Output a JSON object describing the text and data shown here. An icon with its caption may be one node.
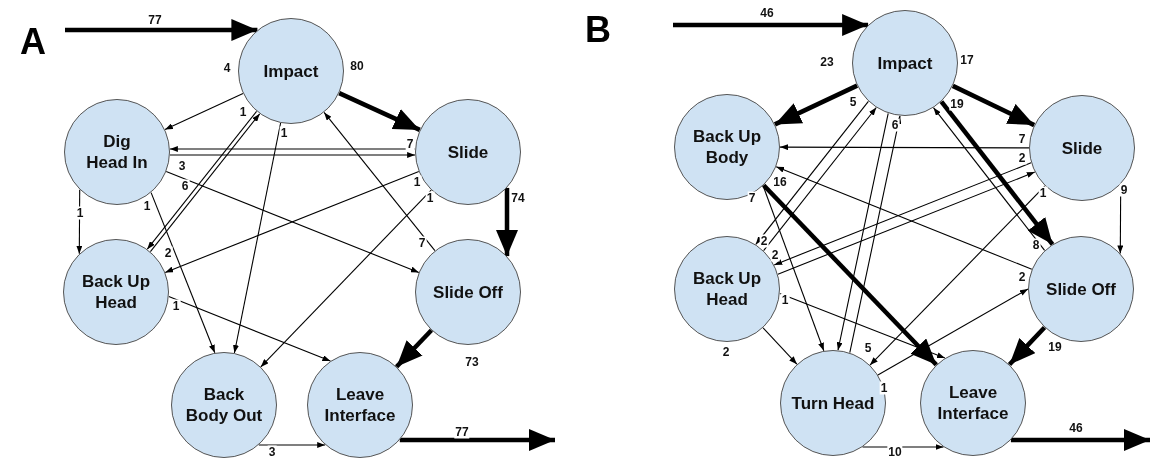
{
  "diagram": {
    "nodes": [
      {
        "text": [
          "Impact"
        ]
      },
      {
        "text": [
          "Dig Head In"
        ]
      },
      {
        "text": [
          "Slide"
        ]
      },
      {
        "text": [
          "Back Up Head"
        ]
      },
      {
        "text": [
          "Slide Off"
        ]
      },
      {
        "text": [
          "Back Body Out"
        ]
      },
      {
        "text": [
          "Leave Interface"
        ]
      },
      {
        "text": [
          "Impact"
        ]
      },
      {
        "text": [
          "Back Up Body"
        ]
      },
      {
        "text": [
          "Slide"
        ]
      },
      {
        "text": [
          "Back Up Head"
        ]
      },
      {
        "text": [
          "Slide Off"
        ]
      },
      {
        "text": [
          "Turn Head"
        ]
      },
      {
        "text": [
          "Leave Interface"
        ]
      }
    ],
    "edges": [
      {
        "from": null,
        "to": 0,
        "arrow": "to",
        "label": "77",
        "style": "thick"
      },
      {
        "from": 0,
        "to": 2,
        "arrow": "to",
        "label": "80",
        "style": "thick"
      },
      {
        "from": 2,
        "to": 4,
        "arrow": "to",
        "label": "74",
        "style": "thick"
      },
      {
        "from": 4,
        "to": 6,
        "arrow": "to",
        "label": "73",
        "style": "thick"
      },
      {
        "from": 6,
        "to": null,
        "arrow": "to",
        "label": "77",
        "style": "thick"
      },
      {
        "from": 0,
        "to": 1,
        "arrow": "to",
        "label": "4"
      },
      {
        "from": 2,
        "to": 1,
        "arrow": "to",
        "label": "7"
      },
      {
        "from": 1,
        "to": 2,
        "arrow": "to",
        "label": "3"
      },
      {
        "from": 1,
        "to": 3,
        "arrow": "to",
        "label": "1"
      },
      {
        "from": 1,
        "to": 4,
        "arrow": "to",
        "label": "6"
      },
      {
        "from": 1,
        "to": 5,
        "arrow": "to",
        "label": "1"
      },
      {
        "from": 0,
        "to": 3,
        "arrow": "to",
        "label": "1"
      },
      {
        "from": 3,
        "to": 0,
        "arrow": "to",
        "label": "2"
      },
      {
        "from": 0,
        "to": 5,
        "arrow": "to",
        "label": "1"
      },
      {
        "from": 4,
        "to": 0,
        "arrow": "to",
        "label": "7"
      },
      {
        "from": 2,
        "to": 3,
        "arrow": "to",
        "label": "1"
      },
      {
        "from": 2,
        "to": 5,
        "arrow": "to",
        "label": "1"
      },
      {
        "from": 3,
        "to": 6,
        "arrow": "to",
        "label": "1"
      },
      {
        "from": 5,
        "to": 6,
        "arrow": "to",
        "label": "3"
      },
      {
        "from": null,
        "to": 7,
        "arrow": "to",
        "label": "46",
        "style": "thick"
      },
      {
        "from": 7,
        "to": 8,
        "arrow": "to",
        "label": "23",
        "style": "thick"
      },
      {
        "from": 7,
        "to": 9,
        "arrow": "to",
        "label": "17",
        "style": "thick"
      },
      {
        "from": 7,
        "to": 11,
        "arrow": "to",
        "label": "19",
        "style": "thick"
      },
      {
        "from": 11,
        "to": 7,
        "arrow": "to",
        "label": "8"
      },
      {
        "from": 9,
        "to": 11,
        "arrow": "to",
        "label": "9"
      },
      {
        "from": 11,
        "to": 13,
        "arrow": "to",
        "label": "19",
        "style": "thick"
      },
      {
        "from": 13,
        "to": null,
        "arrow": "to",
        "label": "46",
        "style": "thick"
      },
      {
        "from": 8,
        "to": 13,
        "arrow": "to",
        "label": "16",
        "style": "thick"
      },
      {
        "from": 9,
        "to": 8,
        "arrow": "to",
        "label": "7"
      },
      {
        "from": 11,
        "to": 8,
        "arrow": "to",
        "label": "2"
      },
      {
        "from": 8,
        "to": 12,
        "arrow": "to",
        "label": "7"
      },
      {
        "from": 7,
        "to": 10,
        "arrow": "to",
        "label": "5"
      },
      {
        "from": 10,
        "to": 7,
        "arrow": "to",
        "label": "2"
      },
      {
        "from": 9,
        "to": 10,
        "arrow": "to",
        "label": "2"
      },
      {
        "from": 10,
        "to": 9,
        "arrow": "to",
        "label": "2"
      },
      {
        "from": 10,
        "to": 13,
        "arrow": "to",
        "label": "1"
      },
      {
        "from": 10,
        "to": 12,
        "arrow": "to",
        "label": "2"
      },
      {
        "from": 7,
        "to": 12,
        "arrow": "to",
        "label": "6"
      },
      {
        "from": 12,
        "to": 7,
        "arrow": "to",
        "label": "5"
      },
      {
        "from": 9,
        "to": 12,
        "arrow": "to",
        "label": "1"
      },
      {
        "from": 12,
        "to": 11,
        "arrow": "to",
        "label": "1"
      },
      {
        "from": 12,
        "to": 13,
        "arrow": "to",
        "label": "10"
      }
    ],
    "labels": [
      "A",
      "B"
    ]
  }
}
